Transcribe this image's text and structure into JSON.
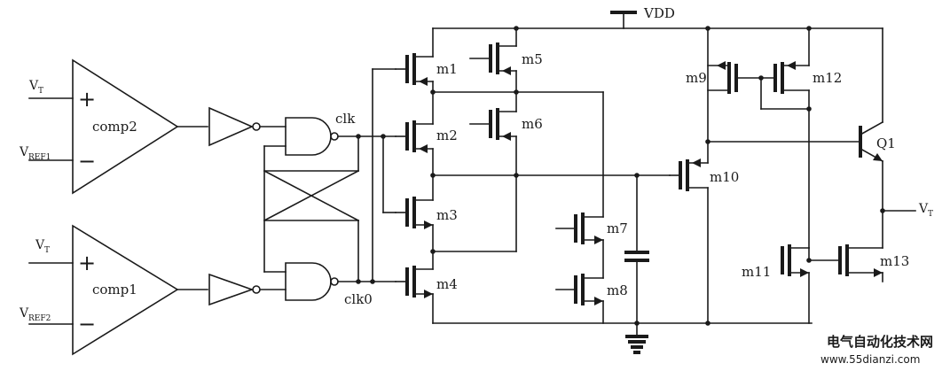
{
  "labels": {
    "vdd": "VDD",
    "clk": "clk",
    "clk0": "clk0",
    "comp1": "comp1",
    "comp2": "comp2",
    "q1": "Q1",
    "vt_main": "V",
    "vt_sub": "T",
    "vref1_main": "V",
    "vref1_sub": "REF1",
    "vref2_main": "V",
    "vref2_sub": "REF2",
    "vt_out_main": "V",
    "vt_out_sub": "T",
    "plus": "+",
    "minus": "−"
  },
  "transistors": [
    "m1",
    "m2",
    "m3",
    "m4",
    "m5",
    "m6",
    "m7",
    "m8",
    "m9",
    "m10",
    "m11",
    "m12",
    "m13"
  ],
  "watermark": {
    "line1": "电气自动化技术网",
    "line2": "www.55dianzi.com",
    "color": "#e0218a"
  }
}
